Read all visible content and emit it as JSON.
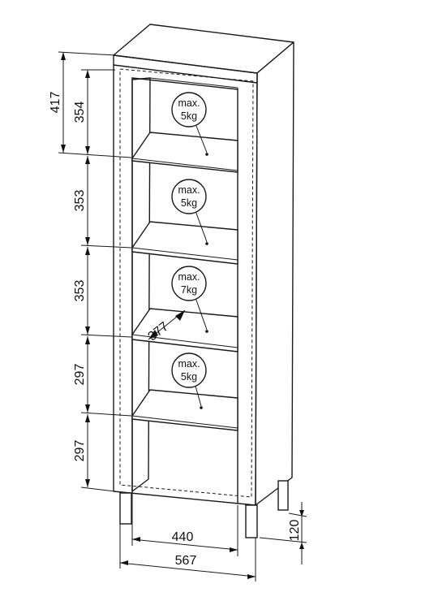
{
  "dimensions": {
    "height_total_top": "417",
    "shelf_1": "354",
    "shelf_2": "353",
    "shelf_3": "353",
    "shelf_4": "297",
    "shelf_5": "297",
    "inner_width": "440",
    "outer_width": "567",
    "leg_height": "120",
    "depth": "377"
  },
  "load_badges": [
    {
      "line1": "max.",
      "line2": "5kg"
    },
    {
      "line1": "max.",
      "line2": "5kg"
    },
    {
      "line1": "max.",
      "line2": "7kg"
    },
    {
      "line1": "max.",
      "line2": "5kg"
    }
  ]
}
